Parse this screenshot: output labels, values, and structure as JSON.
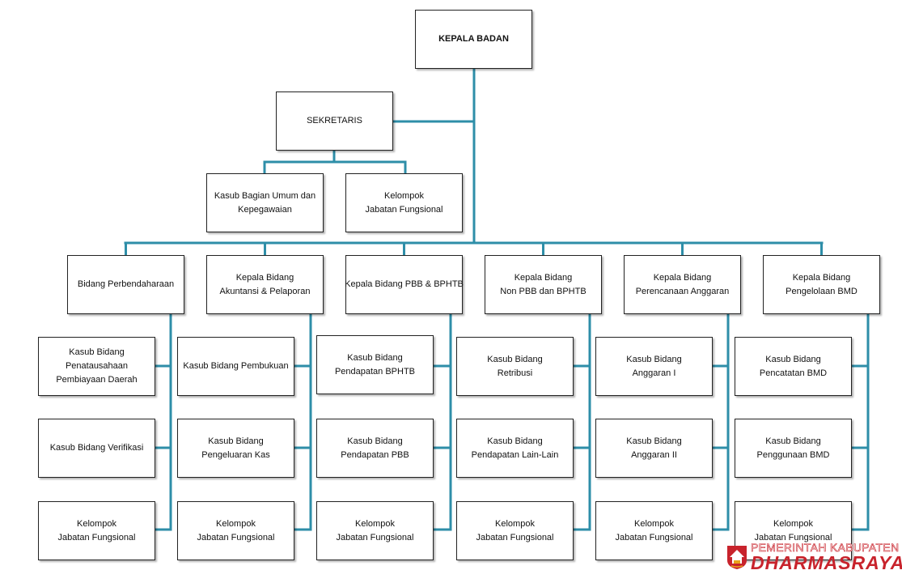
{
  "colors": {
    "connector": "#2e8ea8",
    "box_border": "#222222",
    "logo": "#c8232c"
  },
  "head": {
    "title": "KEPALA BADAN"
  },
  "secretary": {
    "title": "SEKRETARIS"
  },
  "secretary_children": {
    "umum": [
      "Kasub Bagian Umum dan",
      "Kepegawaian"
    ],
    "fungsional": [
      "Kelompok",
      "Jabatan Fungsional"
    ]
  },
  "divisions": [
    {
      "title": [
        "Bidang Perbendaharaan"
      ],
      "units": [
        [
          "Kasub Bidang",
          "Penatausahaan",
          "Pembiayaan Daerah"
        ],
        [
          "Kasub Bidang Verifikasi"
        ],
        [
          "Kelompok",
          "Jabatan Fungsional"
        ]
      ]
    },
    {
      "title": [
        "Kepala Bidang",
        "Akuntansi & Pelaporan"
      ],
      "units": [
        [
          "Kasub Bidang  Pembukuan"
        ],
        [
          "Kasub Bidang",
          "Pengeluaran Kas"
        ],
        [
          "Kelompok",
          "Jabatan Fungsional"
        ]
      ]
    },
    {
      "title": [
        "Kepala Bidang PBB & BPHTB"
      ],
      "units": [
        [
          "Kasub Bidang",
          "Pendapatan BPHTB"
        ],
        [
          "Kasub Bidang",
          "Pendapatan PBB"
        ],
        [
          "Kelompok",
          "Jabatan Fungsional"
        ]
      ]
    },
    {
      "title": [
        "Kepala Bidang",
        "Non PBB dan BPHTB"
      ],
      "units": [
        [
          "Kasub Bidang",
          "Retribusi"
        ],
        [
          "Kasub Bidang",
          "Pendapatan Lain-Lain"
        ],
        [
          "Kelompok",
          "Jabatan Fungsional"
        ]
      ]
    },
    {
      "title": [
        "Kepala Bidang",
        "Perencanaan Anggaran"
      ],
      "units": [
        [
          "Kasub Bidang",
          "Anggaran I"
        ],
        [
          "Kasub Bidang",
          "Anggaran II"
        ],
        [
          "Kelompok",
          "Jabatan Fungsional"
        ]
      ]
    },
    {
      "title": [
        "Kepala Bidang",
        "Pengelolaan BMD"
      ],
      "units": [
        [
          "Kasub Bidang",
          "Pencatatan BMD"
        ],
        [
          "Kasub Bidang",
          "Penggunaan BMD"
        ],
        [
          "Kelompok",
          "Jabatan Fungsional"
        ]
      ]
    }
  ],
  "logo": {
    "line1": "PEMERINTAH KABUPATEN",
    "line2": "DHARMASRAYA",
    "icon": "regency-emblem-icon"
  }
}
